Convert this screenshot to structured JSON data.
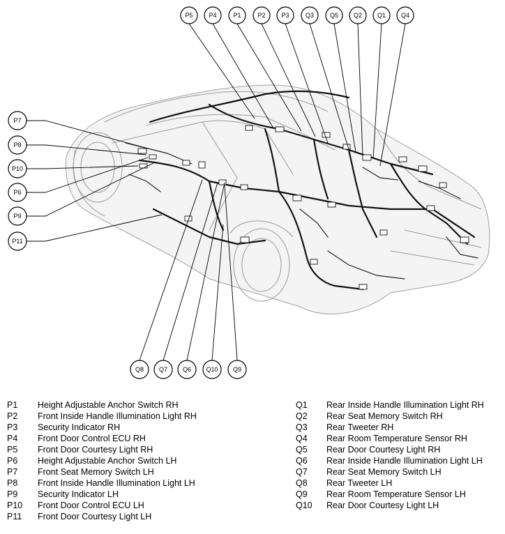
{
  "callouts_top": [
    "P5",
    "P4",
    "P1",
    "P2",
    "P3",
    "Q3",
    "Q5",
    "Q2",
    "Q1",
    "Q4"
  ],
  "callouts_left": [
    "P7",
    "P8",
    "P10",
    "P6",
    "P9",
    "P11"
  ],
  "callouts_bottom": [
    "Q8",
    "Q7",
    "Q6",
    "Q10",
    "Q9"
  ],
  "legend_left": [
    {
      "code": "P1",
      "label": "Height Adjustable Anchor Switch RH"
    },
    {
      "code": "P2",
      "label": "Front Inside Handle Illumination Light RH"
    },
    {
      "code": "P3",
      "label": "Security Indicator RH"
    },
    {
      "code": "P4",
      "label": "Front Door Control ECU RH"
    },
    {
      "code": "P5",
      "label": "Front Door Courtesy Light RH"
    },
    {
      "code": "P6",
      "label": "Height Adjustable Anchor Switch LH"
    },
    {
      "code": "P7",
      "label": "Front Seat Memory Switch LH"
    },
    {
      "code": "P8",
      "label": "Front Inside Handle Illumination Light LH"
    },
    {
      "code": "P9",
      "label": "Security Indicator LH"
    },
    {
      "code": "P10",
      "label": "Front Door Control ECU LH"
    },
    {
      "code": "P11",
      "label": "Front Door Courtesy Light LH"
    }
  ],
  "legend_right": [
    {
      "code": "Q1",
      "label": "Rear Inside Handle Illumination Light RH"
    },
    {
      "code": "Q2",
      "label": "Rear Seat Memory Switch RH"
    },
    {
      "code": "Q3",
      "label": "Rear Tweeter RH"
    },
    {
      "code": "Q4",
      "label": "Rear Room Temperature Sensor RH"
    },
    {
      "code": "Q5",
      "label": "Rear Door Courtesy Light RH"
    },
    {
      "code": "Q6",
      "label": "Rear Inside Handle Illumination Light LH"
    },
    {
      "code": "Q7",
      "label": "Rear Seat Memory Switch LH"
    },
    {
      "code": "Q8",
      "label": "Rear Tweeter LH"
    },
    {
      "code": "Q9",
      "label": "Rear Room Temperature Sensor LH"
    },
    {
      "code": "Q10",
      "label": "Rear Door Courtesy Light LH"
    }
  ]
}
